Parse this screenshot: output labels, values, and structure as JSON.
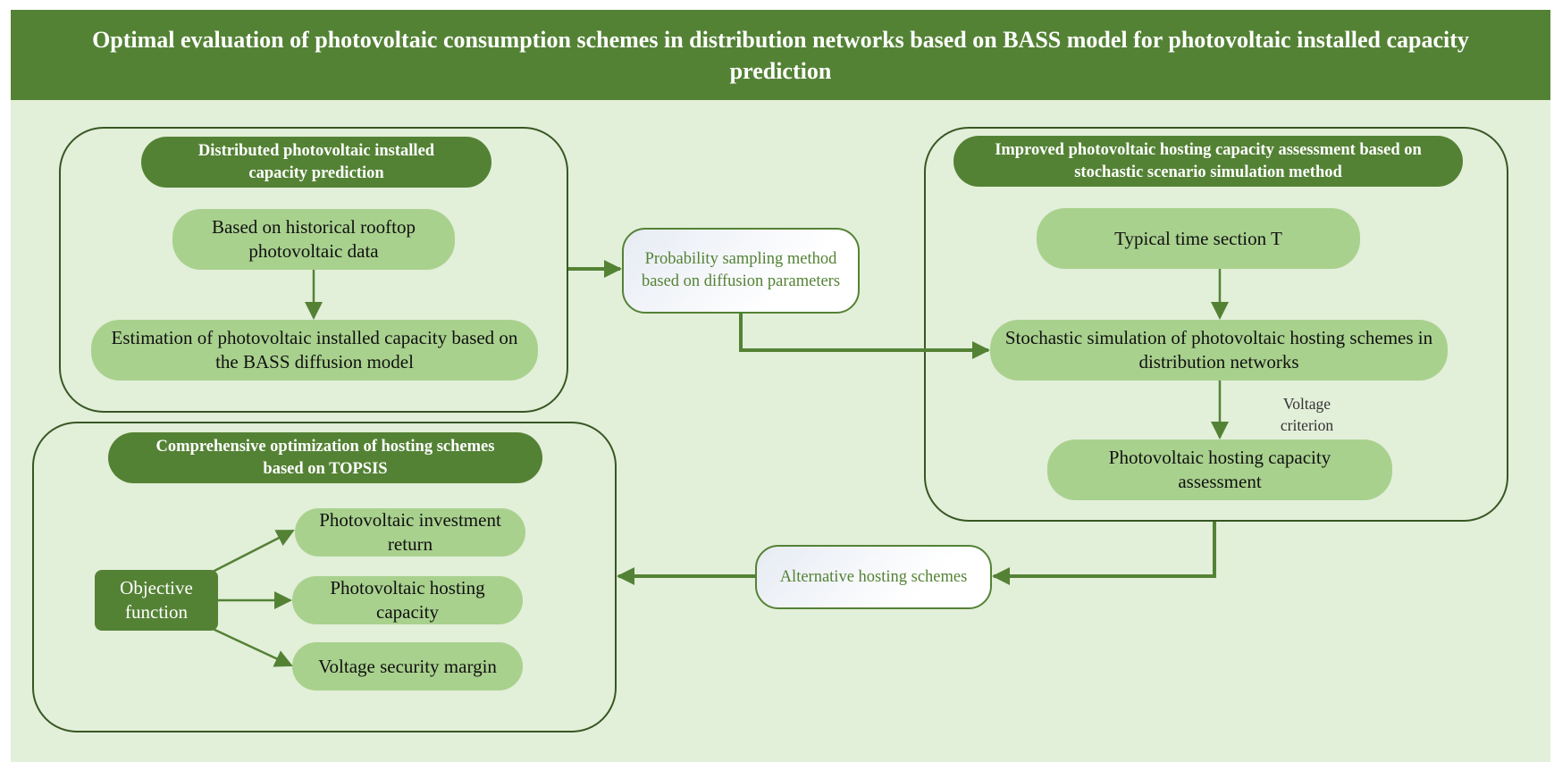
{
  "title": "Optimal evaluation of photovoltaic consumption schemes in distribution networks based on BASS model for photovoltaic installed capacity prediction",
  "colors": {
    "background": "#e2efd9",
    "header": "#548235",
    "dark_node": "#548235",
    "light_node": "#a9d18e",
    "border": "#385723",
    "arrow": "#548235"
  },
  "groups": {
    "prediction": {
      "heading": "Distributed photovoltaic installed capacity prediction",
      "steps": [
        "Based on historical rooftop photovoltaic data",
        "Estimation of photovoltaic installed capacity based on the BASS diffusion model"
      ]
    },
    "hosting": {
      "heading": "Improved photovoltaic hosting capacity assessment based on stochastic scenario simulation method",
      "steps": [
        "Typical time section T",
        "Stochastic simulation of photovoltaic hosting schemes in distribution networks",
        "Photovoltaic hosting capacity assessment"
      ],
      "edge_label": "Voltage criterion"
    },
    "optimization": {
      "heading": "Comprehensive optimization of hosting schemes based on TOPSIS",
      "source": "Objective function",
      "objectives": [
        "Photovoltaic investment return",
        "Photovoltaic hosting capacity",
        "Voltage security margin"
      ]
    }
  },
  "connectors": {
    "sampling": "Probability sampling method based on diffusion parameters",
    "alternatives": "Alternative hosting schemes"
  }
}
